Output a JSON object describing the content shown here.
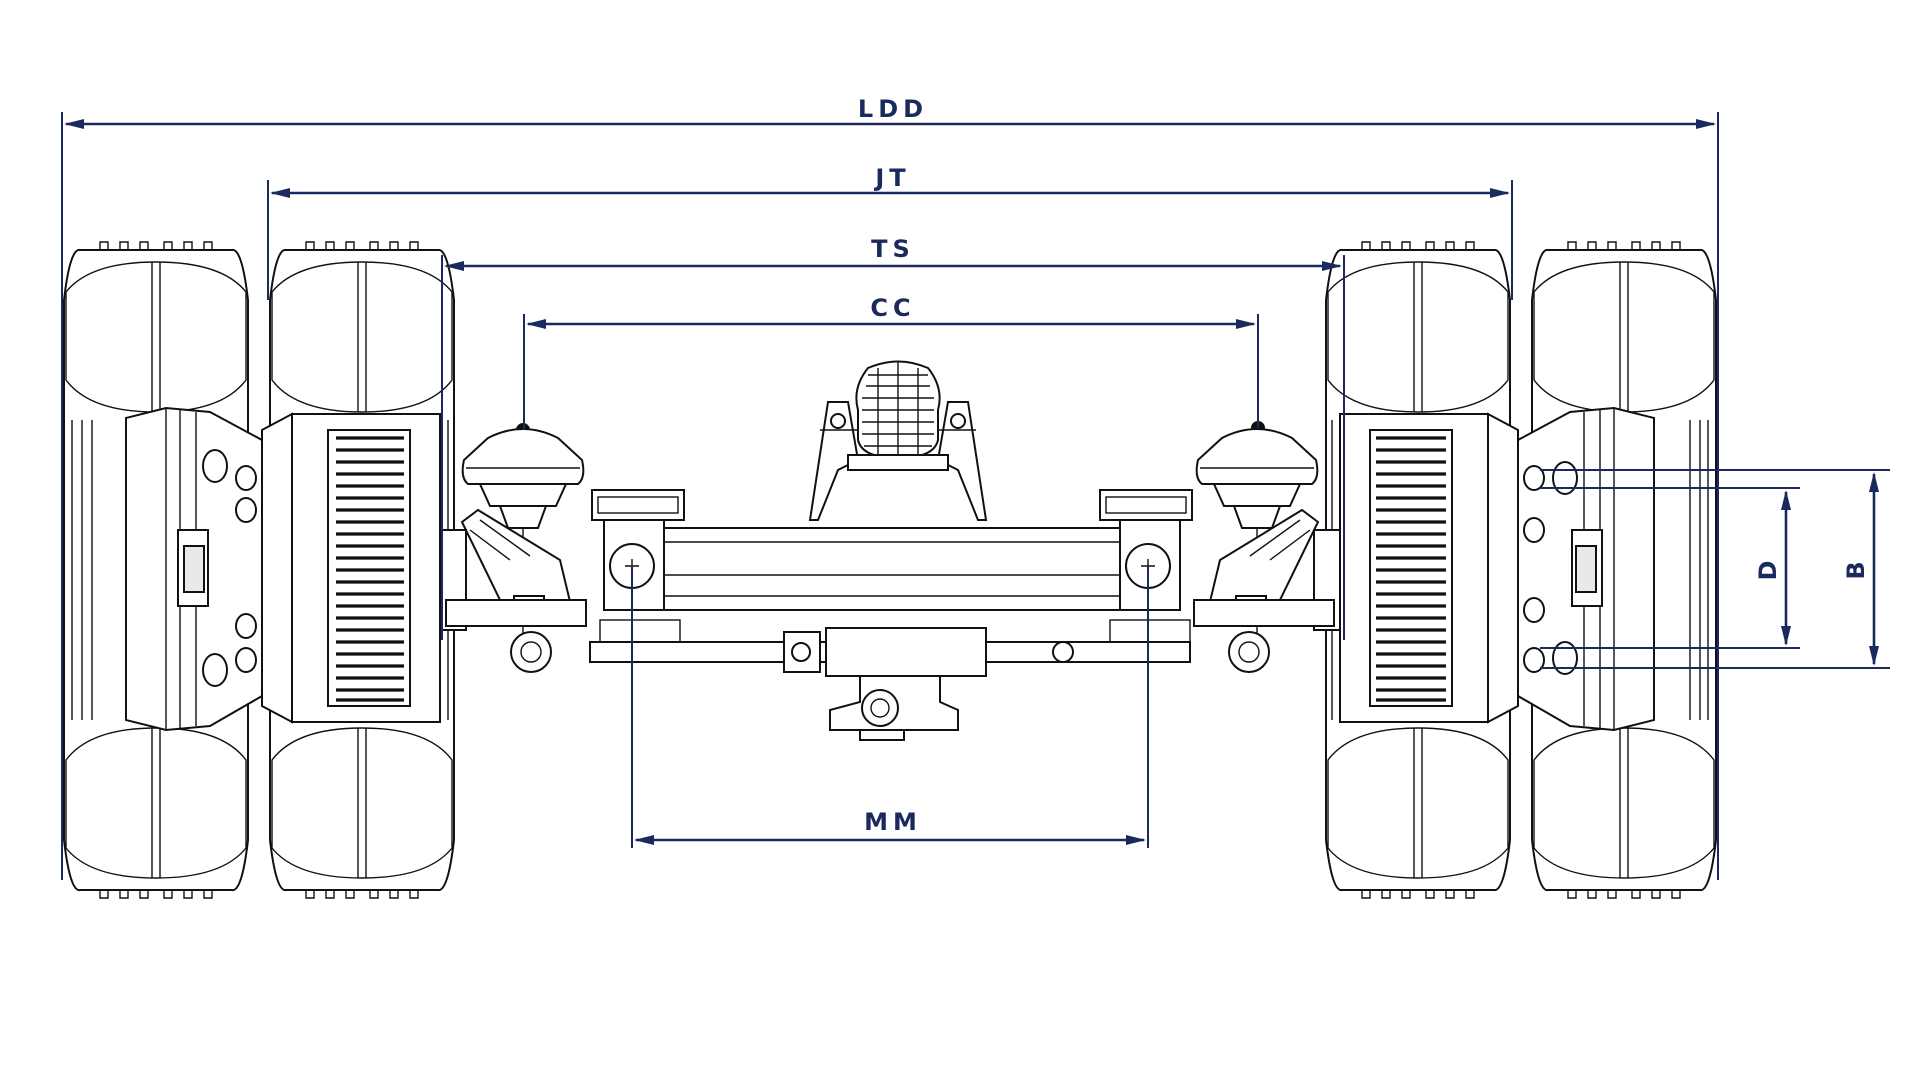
{
  "drawing": {
    "subject": "axle-assembly-front-view",
    "line_color": "#111111",
    "dimension_color": "#1a2a5c",
    "background": "#ffffff"
  },
  "dimensions": {
    "ldd": "LDD",
    "jt": "JT",
    "ts": "TS",
    "cc": "CC",
    "mm": "MM",
    "d": "D",
    "b": "B"
  }
}
